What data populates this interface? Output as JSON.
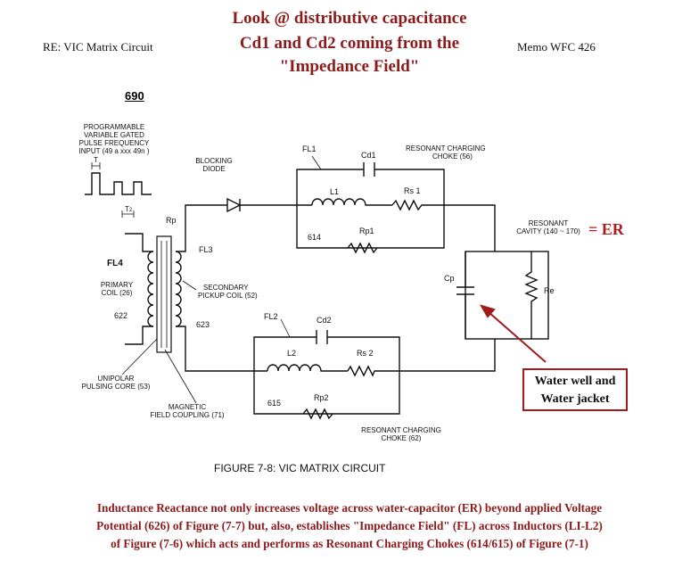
{
  "header": {
    "title_lines": [
      "Look @ distributive capacitance",
      "Cd1 and Cd2 coming from the",
      "\"Impedance Field\""
    ],
    "left": "RE: VIC Matrix Circuit",
    "right": "Memo WFC 426"
  },
  "diagram": {
    "number": "690",
    "input_label": [
      "PROGRAMMABLE",
      "VARIABLE GATED",
      "PULSE FREQUENCY",
      "INPUT (49 a xxx 49n )"
    ],
    "t_label": "T",
    "t2_label": "T",
    "t2_sub": "2",
    "rp": "Rp",
    "blocking_diode": [
      "BLOCKING",
      "DIODE"
    ],
    "fl1": "FL1",
    "cd1": "Cd1",
    "choke_top": [
      "RESONANT CHARGING",
      "CHOKE (56)"
    ],
    "l1": "L1",
    "rs1": "Rs 1",
    "n614": "614",
    "rp1": "Rp1",
    "fl3": "FL3",
    "fl4": "FL4",
    "primary": [
      "PRIMARY",
      "COIL (26)"
    ],
    "secondary": [
      "SECONDARY",
      "PICKUP COIL (52)"
    ],
    "n622": "622",
    "n623": "623",
    "resonant_cavity": [
      "RESONANT",
      "CAVITY (140 ~ 170)"
    ],
    "er": "= ER",
    "cp": "Cp",
    "re": "Re",
    "fl2": "FL2",
    "cd2": "Cd2",
    "l2": "L2",
    "rs2": "Rs 2",
    "n615": "615",
    "rp2": "Rp2",
    "choke_bottom": [
      "RESONANT CHARGING",
      "CHOKE (62)"
    ],
    "unipolar": [
      "UNIPOLAR",
      "PULSING CORE (53)"
    ],
    "magnetic": [
      "MAGNETIC",
      "FIELD COUPLING (71)"
    ],
    "callout": [
      "Water well and",
      "Water jacket"
    ],
    "figure_caption": "FIGURE 7-8: VIC MATRIX CIRCUIT"
  },
  "note_lines": [
    "Inductance Reactance not only increases voltage across water-capacitor (ER) beyond applied Voltage",
    "Potential (626) of Figure (7-7) but, also, establishes \"Impedance Field\" (FL) across Inductors (LI-L2)",
    "of Figure (7-6) which acts and performs as Resonant Charging Chokes (614/615) of Figure (7-1)"
  ],
  "colors": {
    "accent": "#8b1a1a",
    "callout_border": "#a01c1c"
  }
}
